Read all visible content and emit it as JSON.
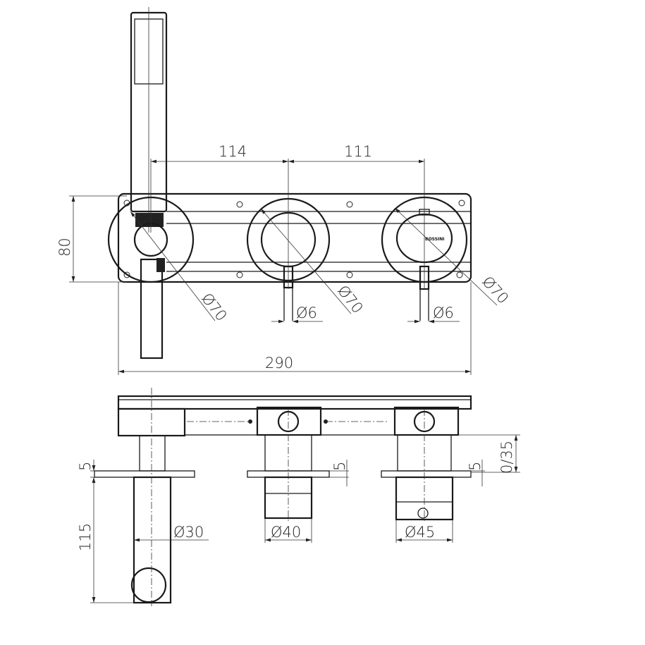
{
  "title": "Wall-mounted shower mixer technical drawing",
  "brand_logo": "BOSSINI",
  "front_view": {
    "dim_spacing_left": "114",
    "dim_spacing_right": "111",
    "dim_height": "80",
    "dim_width": "290",
    "dia_left_rosette": "Ø70",
    "dia_middle_rosette": "Ø70",
    "dia_right_rosette": "Ø70",
    "dia_middle_lever": "Ø6",
    "dia_right_lever": "Ø6"
  },
  "side_view": {
    "plate_left": "5",
    "plate_middle": "5",
    "plate_right": "5",
    "spout_length": "115",
    "dia_spout": "Ø30",
    "dia_middle_body": "Ø40",
    "dia_right_body": "Ø45",
    "depth_adjust": "0/35"
  }
}
